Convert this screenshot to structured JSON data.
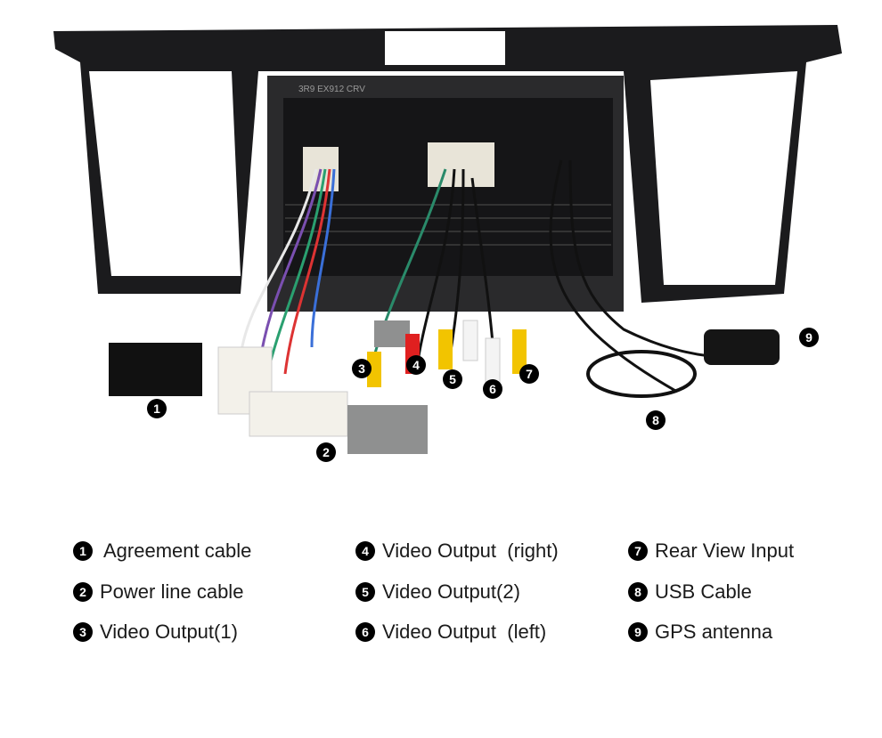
{
  "photo": {
    "unit_label": "3R9 EX912 CRV",
    "markers": [
      "1",
      "2",
      "3",
      "4",
      "5",
      "6",
      "7",
      "8",
      "9"
    ]
  },
  "legend": [
    {
      "num": "1",
      "label": "Agreement cable"
    },
    {
      "num": "2",
      "label": "Power line cable"
    },
    {
      "num": "3",
      "label": "Video Output(1)"
    },
    {
      "num": "4",
      "label": "Video Output  (right)"
    },
    {
      "num": "5",
      "label": "Video Output(2)"
    },
    {
      "num": "6",
      "label": "Video Output  (left)"
    },
    {
      "num": "7",
      "label": "Rear View Input"
    },
    {
      "num": "8",
      "label": "USB Cable"
    },
    {
      "num": "9",
      "label": "GPS antenna"
    }
  ]
}
